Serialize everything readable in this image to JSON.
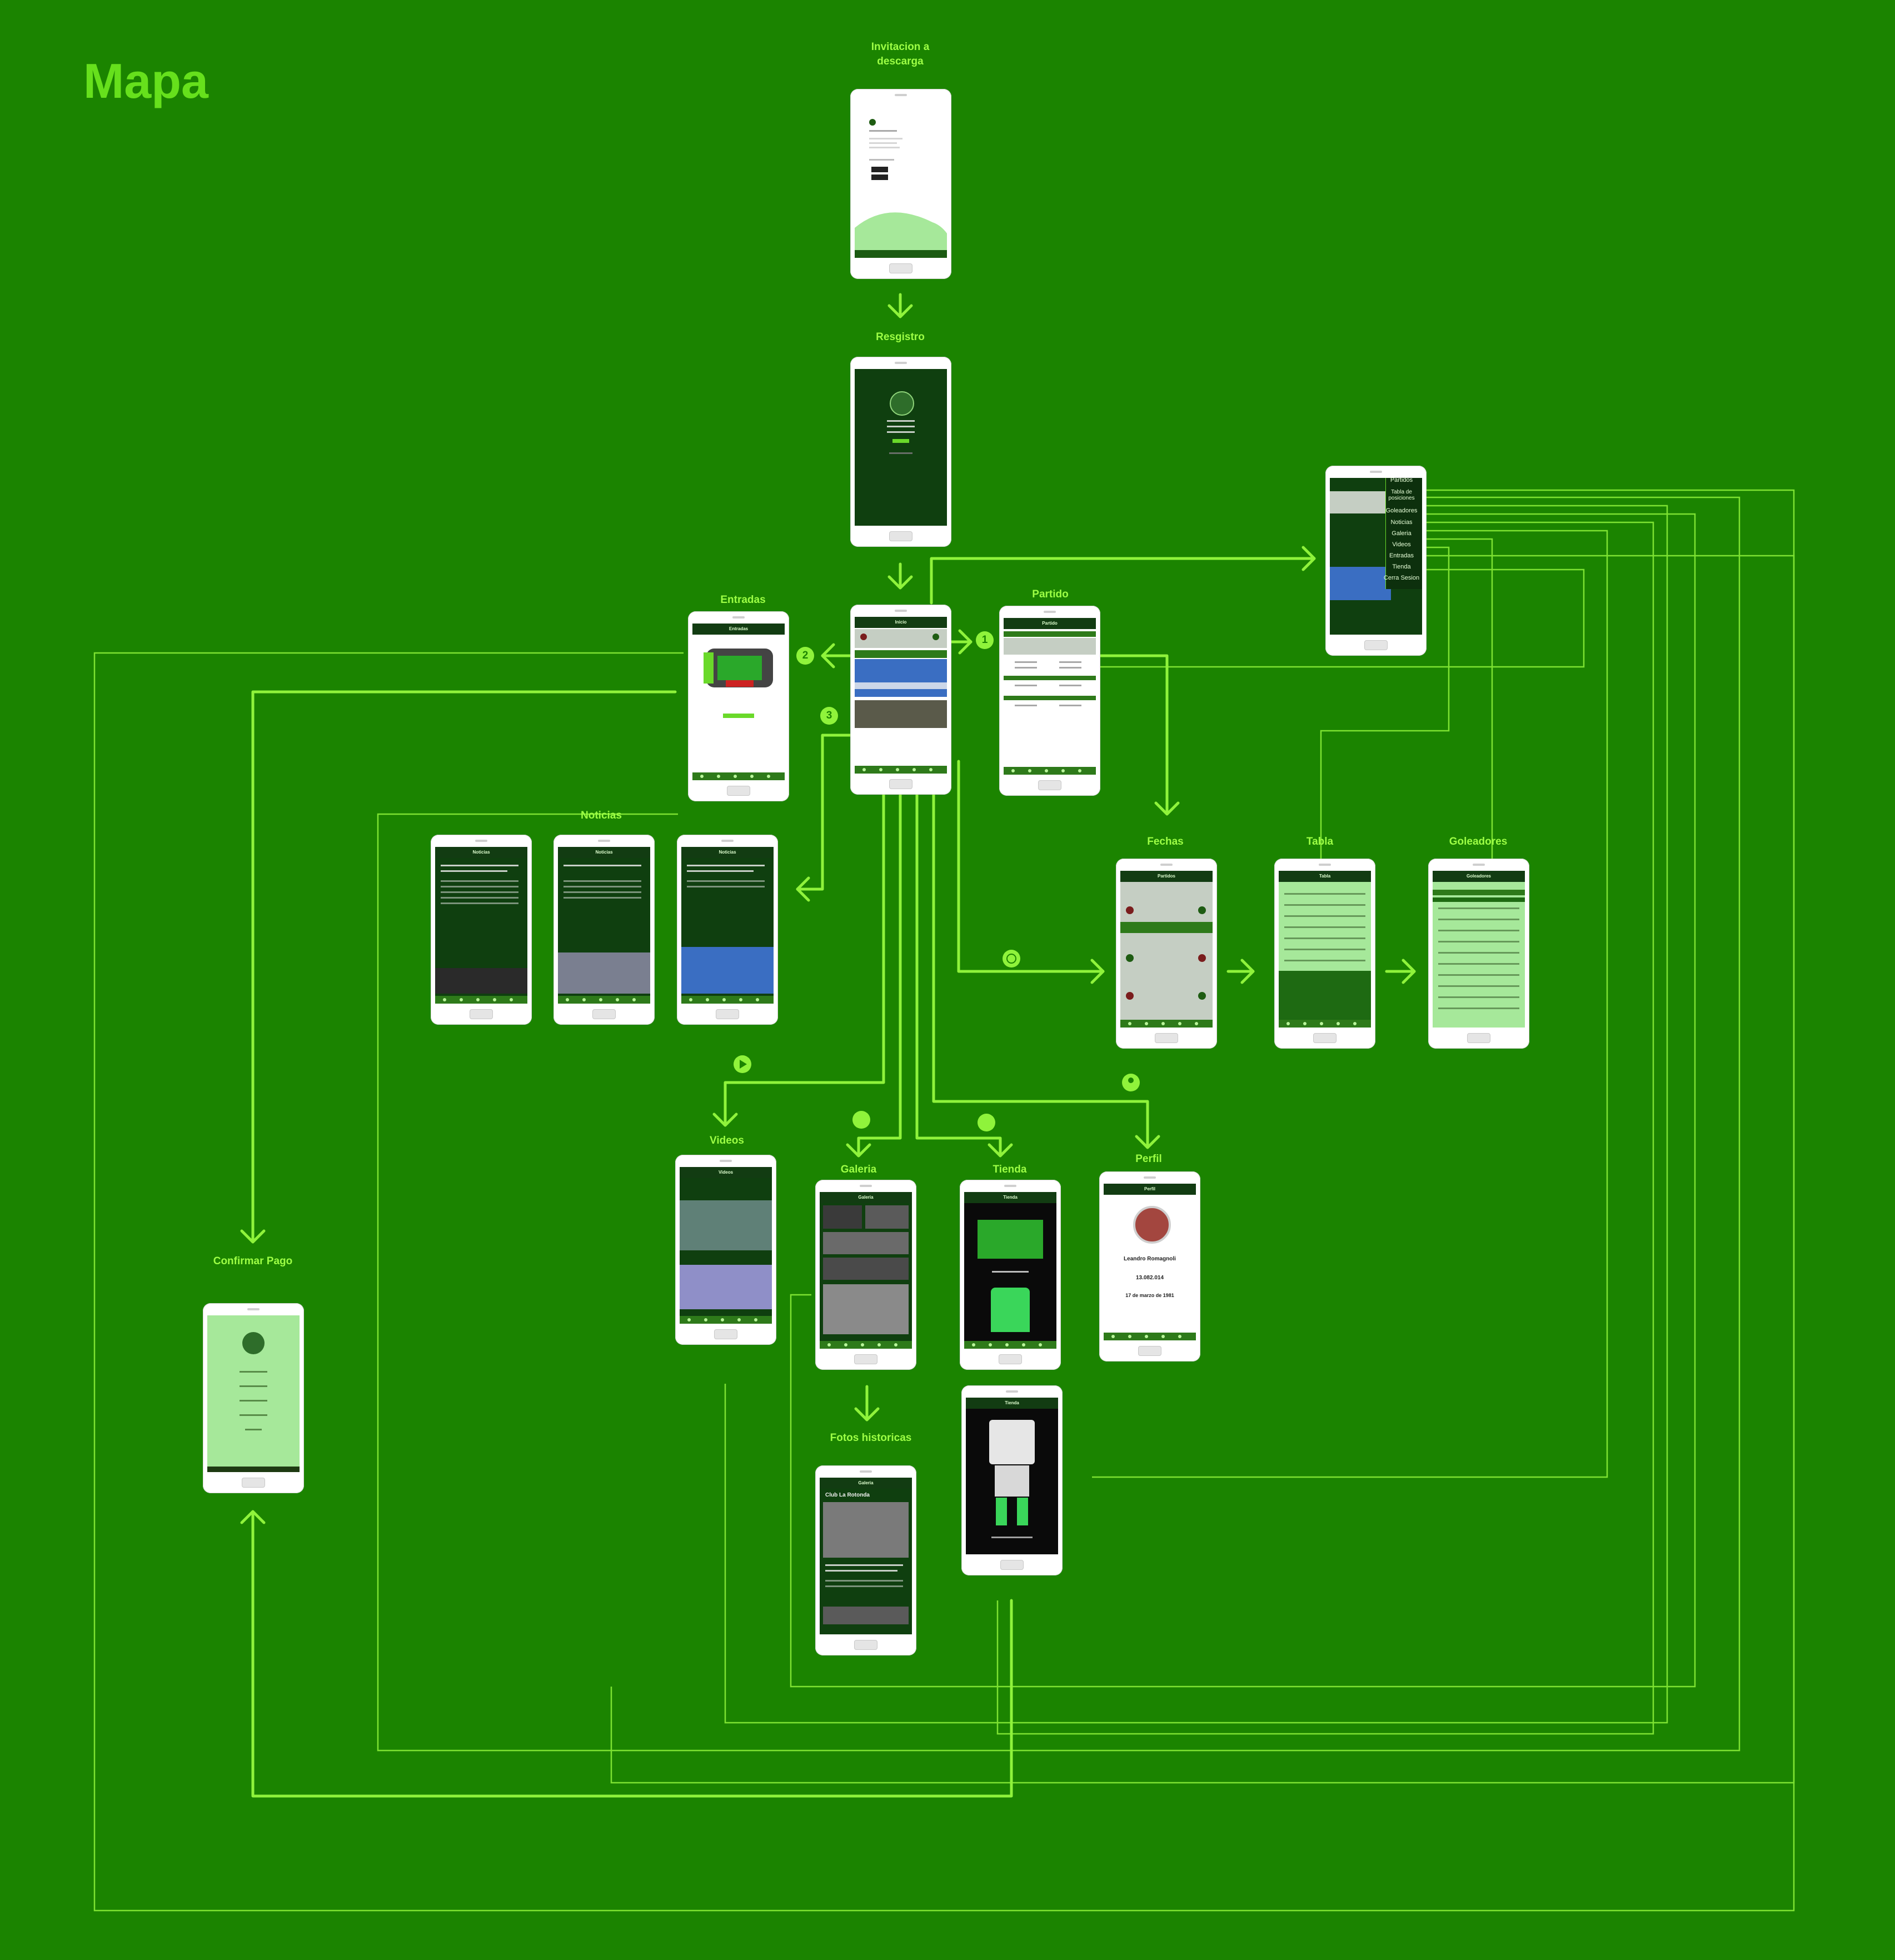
{
  "diagram_title": "Mapa",
  "screens": {
    "invitacion": {
      "label": "Invitacion a descarga"
    },
    "registro": {
      "label": "Resgistro"
    },
    "inicio": {
      "header": "Inicio"
    },
    "entradas": {
      "label": "Entradas",
      "header": "Entradas"
    },
    "partido": {
      "label": "Partido",
      "header": "Partido"
    },
    "noticias": {
      "label": "Noticias",
      "header": "Noticias"
    },
    "fechas": {
      "label": "Fechas",
      "header": "Partidos"
    },
    "tabla": {
      "label": "Tabla",
      "header": "Tabla"
    },
    "goleadores": {
      "label": "Goleadores",
      "header": "Goleadores"
    },
    "videos": {
      "label": "Videos",
      "header": "Videos"
    },
    "galeria": {
      "label": "Galeria",
      "header": "Galeria"
    },
    "tienda": {
      "label": "Tienda",
      "header": "Tienda"
    },
    "perfil": {
      "label": "Perfil",
      "header": "Perfil",
      "name": "Leandro Romagnoli",
      "id": "13.082.014",
      "date": "17 de marzo de 1981"
    },
    "fotos": {
      "label": "Fotos historicas",
      "header": "Galeria",
      "club": "Club La Rotonda"
    },
    "confirmar": {
      "label": "Confirmar Pago"
    },
    "menu": {
      "items": [
        "Partidos",
        "Tabla de posiciones",
        "Goleadores",
        "Noticias",
        "Galeria",
        "Videos",
        "Entradas",
        "Tienda",
        "Cerra Sesion"
      ]
    }
  },
  "markers": [
    "1",
    "2",
    "3"
  ],
  "colors": {
    "background": "#1b8400",
    "connector": "#8ff33b",
    "title": "#66e01c",
    "screen_dark": "#0f3f0f"
  }
}
